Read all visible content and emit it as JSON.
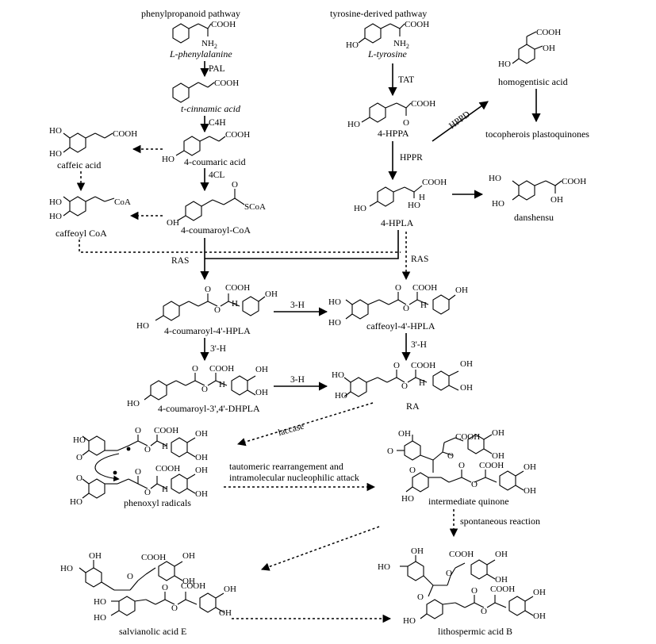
{
  "labels": {
    "phenylpropanoid_pathway": "phenylpropanoid pathway",
    "tyrosine_pathway": "tyrosine-derived pathway",
    "l_phenylalanine": "L-phenylalanine",
    "l_tyrosine": "L-tyrosine",
    "t_cinnamic_acid": "t-cinnamic acid",
    "coumaric_acid": "4-coumaric acid",
    "coumaroyl_coa": "4-coumaroyl-CoA",
    "caffeic_acid": "caffeic acid",
    "caffeoyl_coa": "caffeoyl CoA",
    "hppa": "4-HPPA",
    "hpla": "4-HPLA",
    "homogentisic_acid": "homogentisic acid",
    "tocopherols": "tocopherois plastoquinones",
    "danshensu": "danshensu",
    "coumaroyl_hpla": "4-coumaroyl-4'-HPLA",
    "caffeoyl_hpla": "caffeoyl-4'-HPLA",
    "coumaroyl_dhpla": "4-coumaroyl-3',4'-DHPLA",
    "ra": "RA",
    "phenoxyl_radicals": "phenoxyl radicals",
    "intermediate_quinone": "intermediate quinone",
    "salvianolic_acid_e": "salvianolic acid E",
    "lithospermic_acid_b": "lithospermic acid B",
    "tautomeric_1": "tautomeric rearrangement and",
    "tautomeric_2": "intramolecular nucleophilic attack",
    "spontaneous": "spontaneous reaction"
  },
  "enzymes": {
    "pal": "PAL",
    "c4h": "C4H",
    "cl4": "4CL",
    "tat": "TAT",
    "hppd": "HPPD",
    "hppr": "HPPR",
    "ras_left": "RAS",
    "ras_right": "RAS",
    "h3_top": "3-H",
    "h3_bottom": "3-H",
    "h3p_left": "3'-H",
    "h3p_right": "3'-H",
    "laccase": "laccase"
  },
  "atoms": {
    "cooh": "COOH",
    "nh2": "NH",
    "nh2_sub": "2",
    "ho": "HO",
    "oh": "OH",
    "o": "O",
    "h": "H",
    "coa": "CoA",
    "scoa": "SCoA"
  }
}
